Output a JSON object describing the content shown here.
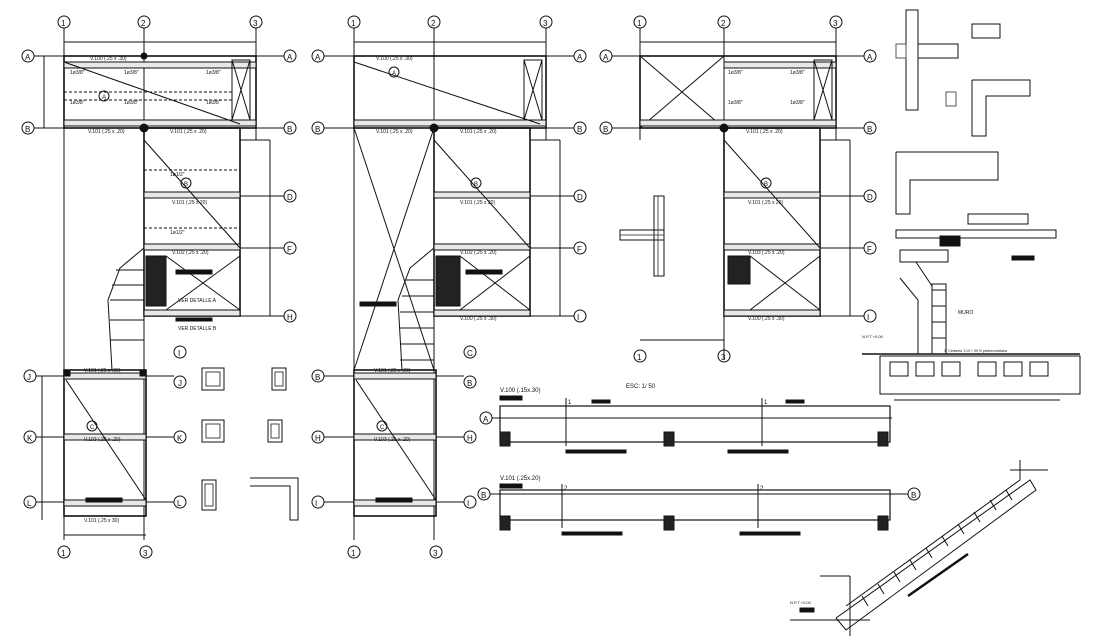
{
  "grid_numbers": {
    "n1": "1",
    "n2": "2",
    "n3": "3"
  },
  "grid_letters": {
    "A": "A",
    "B": "B",
    "C": "C",
    "D": "D",
    "F": "F",
    "H": "H",
    "I": "I",
    "J": "J",
    "K": "K",
    "L": "L"
  },
  "beam_labels": {
    "v100": "V.100 (.25 x .30)",
    "v101": "V.101 (.25 x .20)",
    "v101b": "V.101 (.25 x 20)",
    "v102": "V.102 (.25 x .20)",
    "v103": "V.103 (.25 x .20)",
    "vb1": "V.101 (.25 x .20)",
    "vbot": "V.101 (.25 x 30)"
  },
  "notes": {
    "ver_detalle_a": "VER DETALLE A",
    "ver_detalle_b": "VER DETALLE B",
    "rebar_tag": "1ø3/8\"",
    "slab_tag": "1ø1/2\""
  },
  "elevations": {
    "title_1": "V.100 (.15x.30)",
    "title_2": "V.101 (.25x.20)",
    "scale": "ESC: 1/ 50",
    "mark_1": "1",
    "mark_2": "2"
  },
  "details": {
    "wall_label": "MURO",
    "npt": "N.P.T +0.00",
    "foundation_note": "1° Cimiento 1:10 + 30 % piedra mediana"
  }
}
